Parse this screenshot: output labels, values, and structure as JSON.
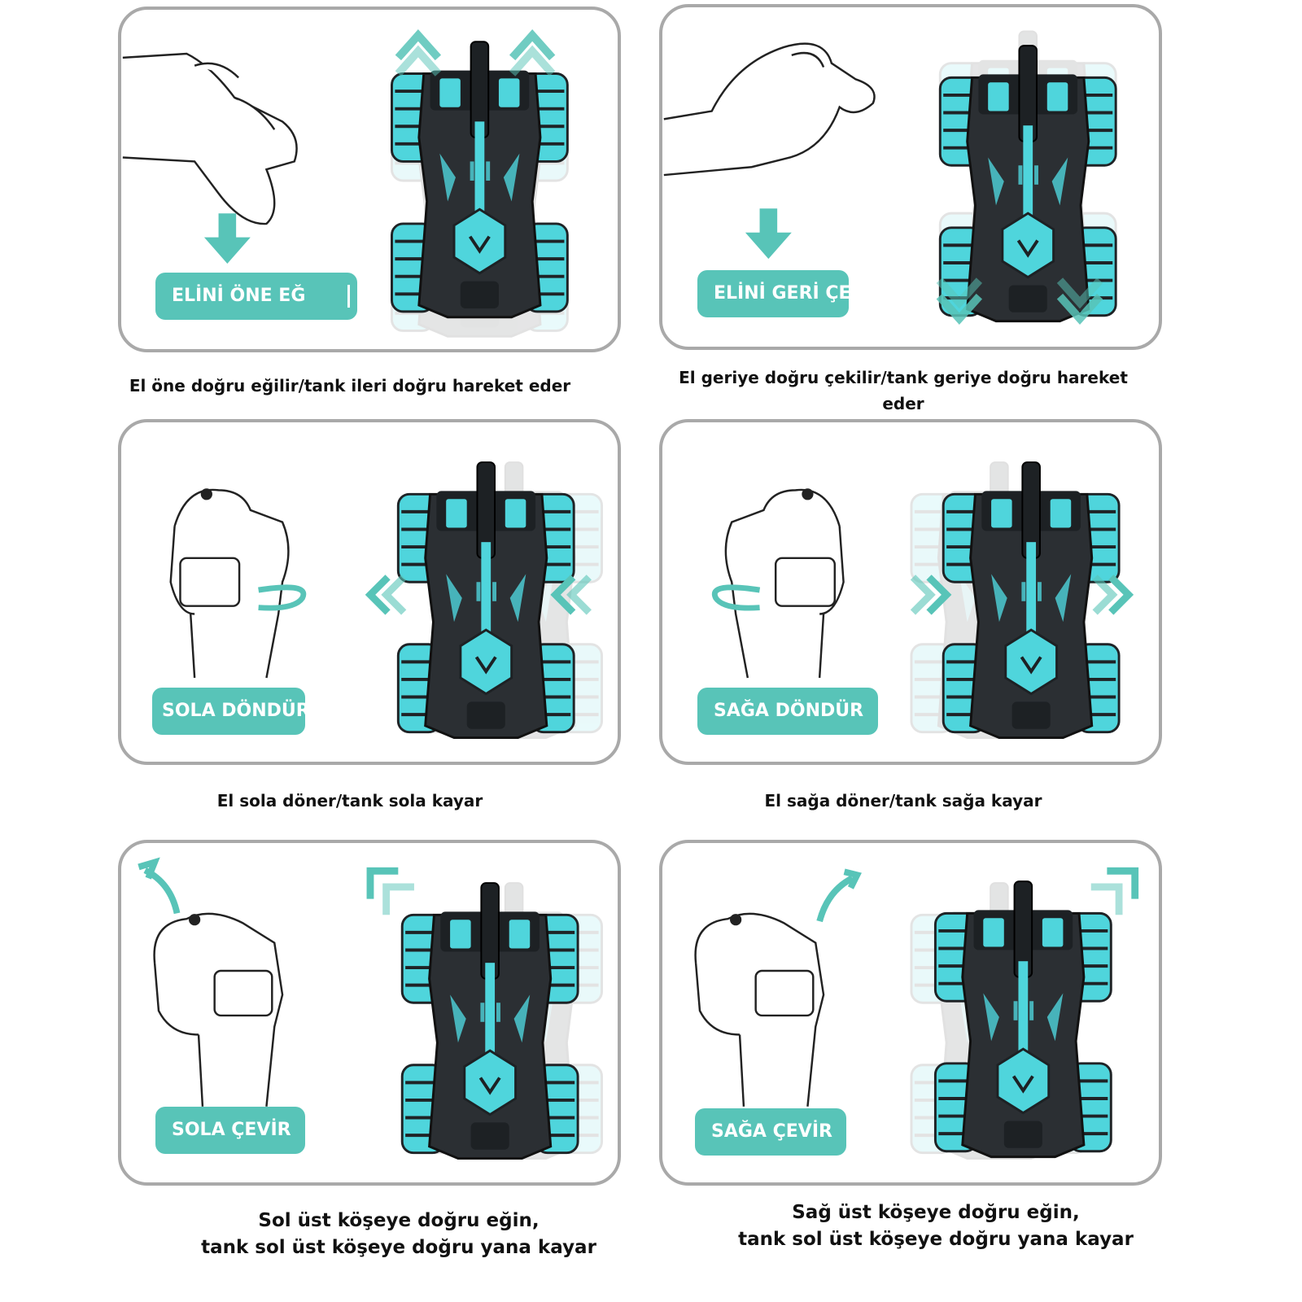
{
  "colors": {
    "accent": "#58c4b8",
    "border": "#a9a9a9",
    "tank_body": "#2b2f33",
    "tank_cyan": "#4fd5dc"
  },
  "panels": [
    {
      "id": "forward",
      "label": "ELİNİ ÖNE EĞ",
      "caption_lines": [
        "El  öne doğru eğilir/tank ileri doğru hareket eder"
      ],
      "arrow_icon": "chevron-up-icon"
    },
    {
      "id": "back",
      "label": "ELİNİ GERİ ÇEK",
      "caption_lines": [
        "El geriye doğru çekilir/tank geriye doğru hareket eder"
      ],
      "arrow_icon": "chevron-down-icon"
    },
    {
      "id": "left",
      "label": "SOLA DÖNDÜR",
      "caption_lines": [
        "El sola döner/tank sola kayar"
      ],
      "arrow_icon": "double-chevron-left-icon"
    },
    {
      "id": "right",
      "label": "SAĞA DÖNDÜR",
      "caption_lines": [
        "El sağa döner/tank sağa kayar"
      ],
      "arrow_icon": "double-chevron-right-icon"
    },
    {
      "id": "upleft",
      "label": "SOLA ÇEVİR",
      "caption_lines": [
        "Sol üst köşeye doğru eğin,",
        "tank sol üst köşeye doğru yana kayar"
      ],
      "arrow_icon": "corner-up-left-icon"
    },
    {
      "id": "upright",
      "label": "SAĞA ÇEVİR",
      "caption_lines": [
        "Sağ üst köşeye doğru eğin,",
        "tank sol üst köşeye doğru yana kayar"
      ],
      "arrow_icon": "corner-up-right-icon"
    }
  ]
}
